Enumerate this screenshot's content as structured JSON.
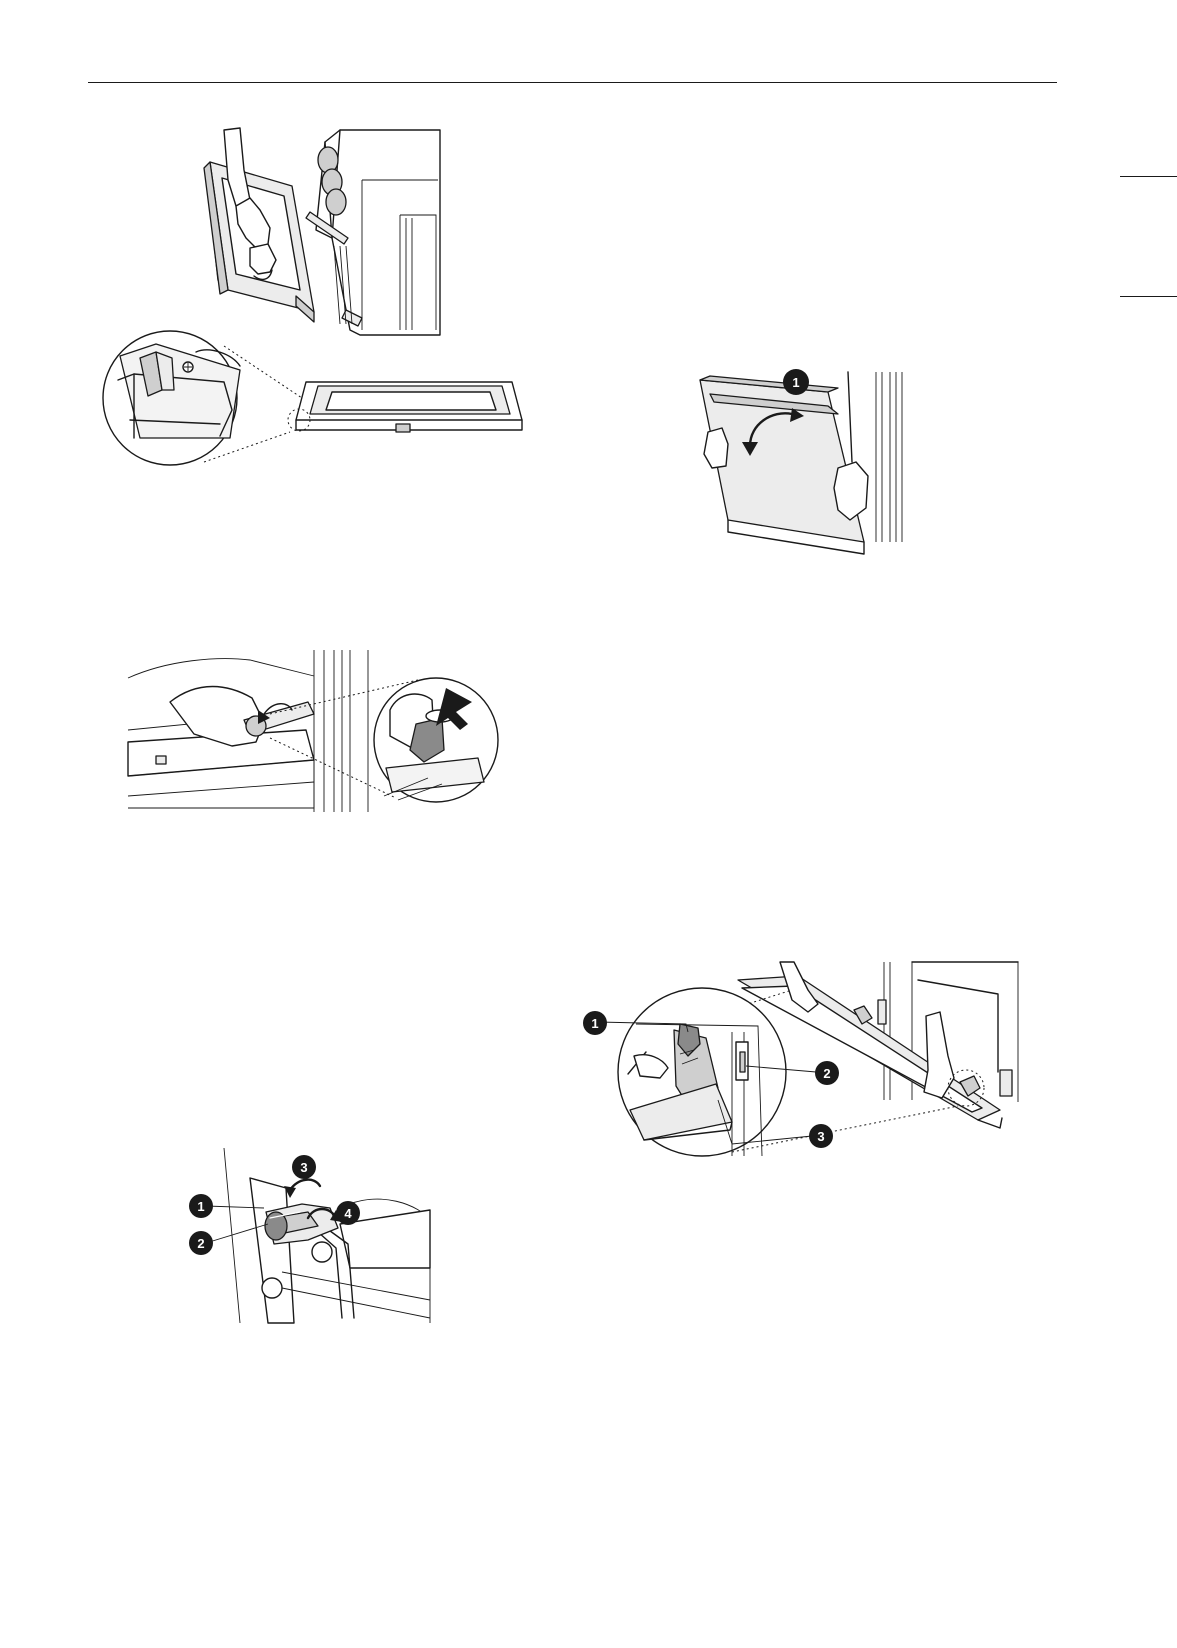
{
  "figures": {
    "door_lift_off": {
      "icon": "door-removal-illustration"
    },
    "door_rotate": {
      "icon": "door-rotate-illustration",
      "callouts": [
        "1"
      ]
    },
    "hinge_lock": {
      "icon": "hinge-lock-illustration"
    },
    "hinge_lever": {
      "icon": "hinge-lever-illustration",
      "callouts": [
        "1",
        "2",
        "3",
        "4"
      ]
    },
    "door_reinstall": {
      "icon": "door-reinstall-illustration",
      "callouts": [
        "1",
        "2",
        "3"
      ]
    }
  }
}
